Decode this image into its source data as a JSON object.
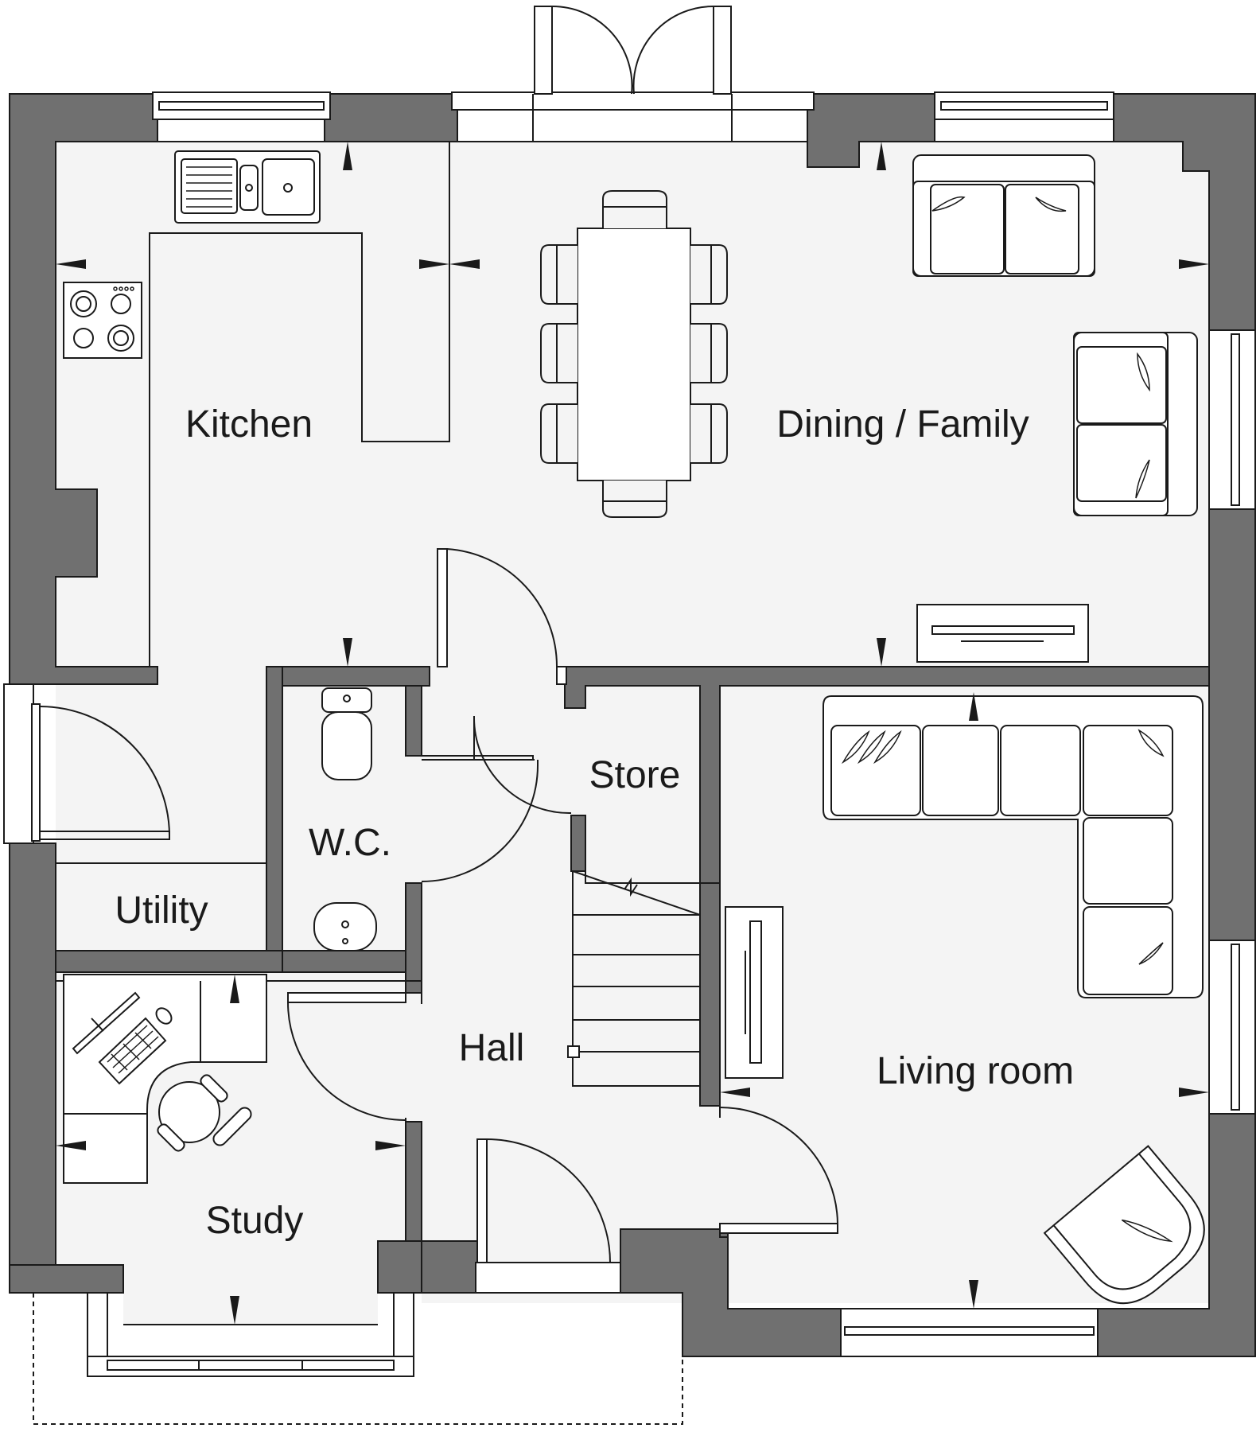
{
  "plan": {
    "rooms": {
      "kitchen": "Kitchen",
      "dining_family": "Dining / Family",
      "store": "Store",
      "wc": "W.C.",
      "utility": "Utility",
      "hall": "Hall",
      "living_room": "Living room",
      "study": "Study"
    }
  },
  "colors": {
    "wall": "#707070",
    "floor": "#f4f4f4",
    "line": "#1a1a1a"
  }
}
